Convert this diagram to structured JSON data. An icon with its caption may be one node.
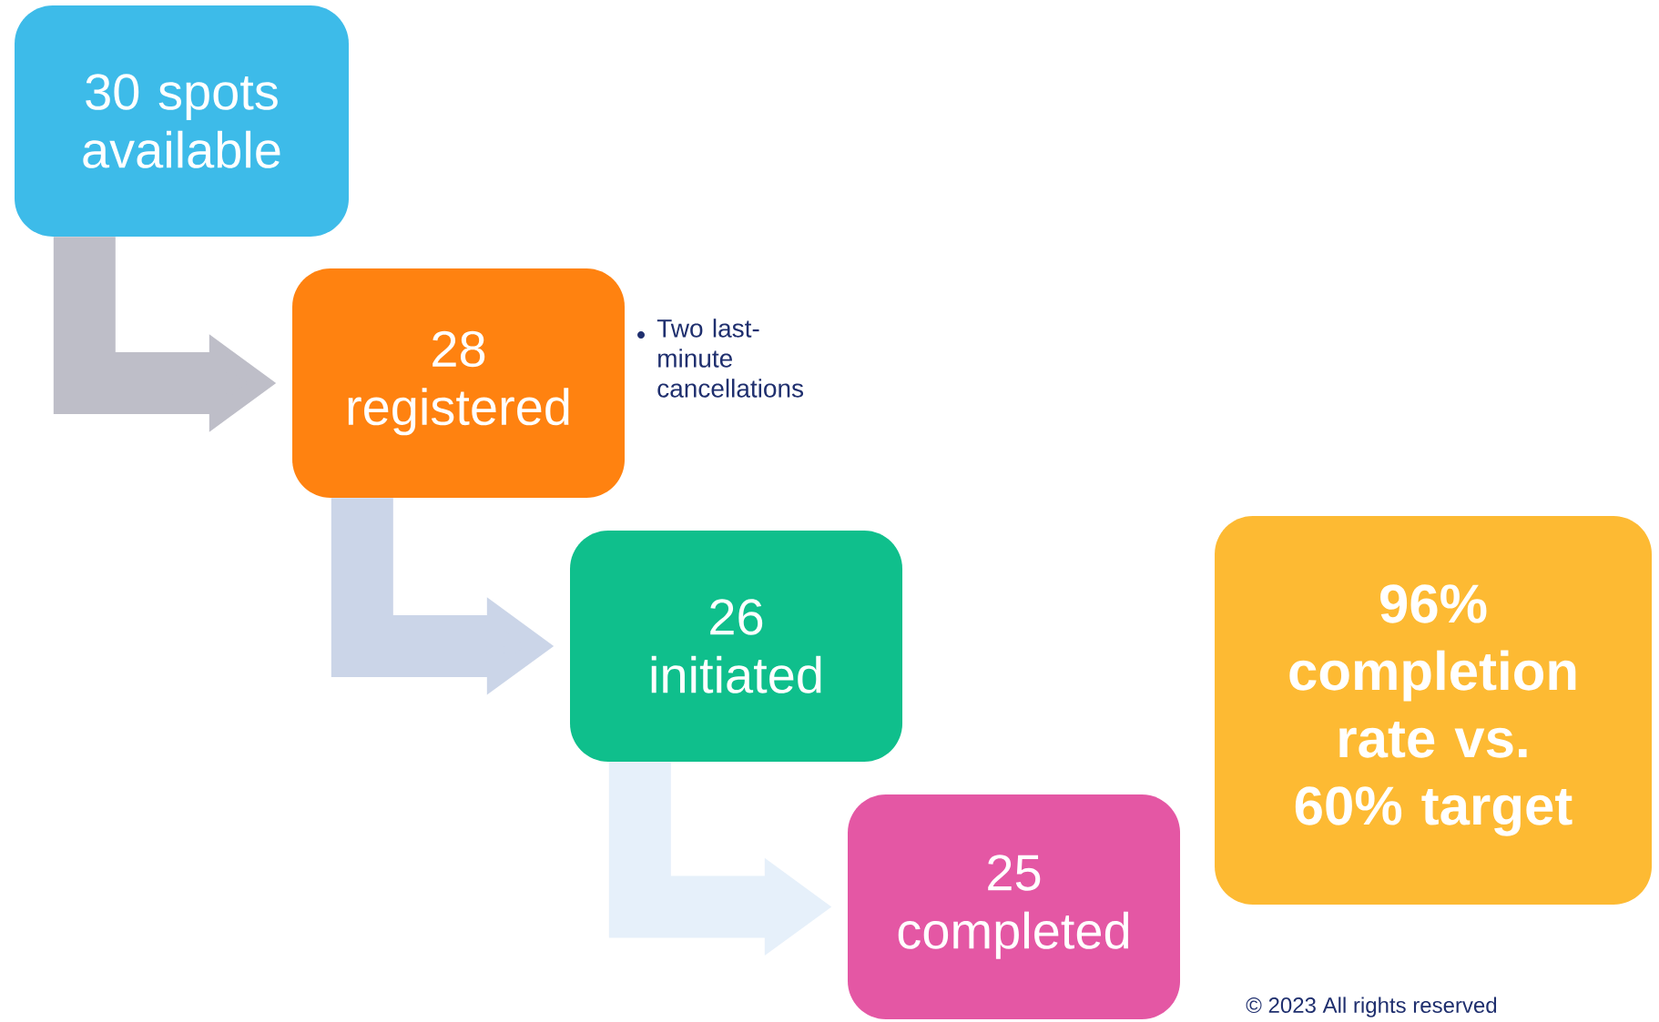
{
  "diagram": {
    "nodes": [
      {
        "text": [
          "30 spots available"
        ]
      },
      {
        "text": [
          "28 registered"
        ],
        "beside": [
          "Two last-minute cancellations"
        ]
      },
      {
        "text": [
          "26 initiated"
        ]
      },
      {
        "text": [
          "25 completed"
        ]
      },
      {
        "text": [
          "96% completion rate vs. 60% target"
        ]
      }
    ],
    "edges": [
      {
        "from": 0,
        "to": 1,
        "arrow": "to",
        "color": "#bebec8"
      },
      {
        "from": 1,
        "to": 2,
        "arrow": "to",
        "color": "#cbd5e8"
      },
      {
        "from": 2,
        "to": 3,
        "arrow": "to",
        "color": "#e6f0fa"
      }
    ],
    "labels": [
      "© 2023 All rights reserved"
    ]
  }
}
